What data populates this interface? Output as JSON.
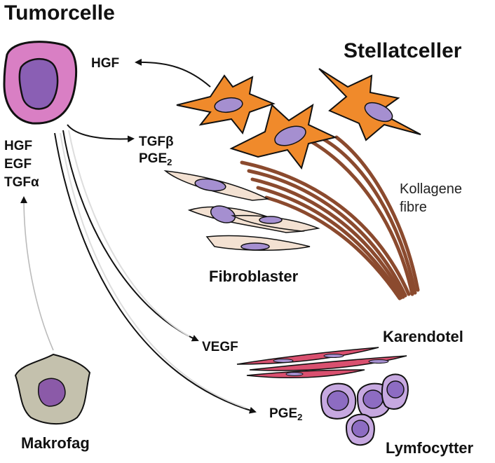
{
  "labels": {
    "tumor_cell": "Tumorcelle",
    "stellate_cells": "Stellatceller",
    "fibroblasts": "Fibroblaster",
    "collagen_fibers_line1": "Kollagene",
    "collagen_fibers_line2": "fibre",
    "endothelium": "Karendotel",
    "macrophage": "Makrofag",
    "lymphocytes": "Lymfocytter"
  },
  "signals": {
    "hgf_out": "HGF",
    "tgfb": "TGFβ",
    "pge2_upper": "PGE",
    "pge2_upper_sub": "2",
    "tumor_hgf": "HGF",
    "tumor_egf": "EGF",
    "tumor_tgfa": "TGFα",
    "vegf": "VEGF",
    "pge2_lower": "PGE",
    "pge2_lower_sub": "2"
  },
  "colors": {
    "tumor_cell": "#d97fc4",
    "tumor_nucleus": "#8a5fb4",
    "stellate": "#f08a2b",
    "stellate_nucleus": "#a58fd0",
    "fibroblast": "#f3e1d2",
    "collagen": "#8b4a2e",
    "endothelium": "#d9506f",
    "macrophage": "#c4c1ad",
    "macrophage_nucleus": "#8b5aa8",
    "lymphocyte": "#c6a8e0",
    "lymphocyte_nucleus": "#8d6cc2"
  }
}
